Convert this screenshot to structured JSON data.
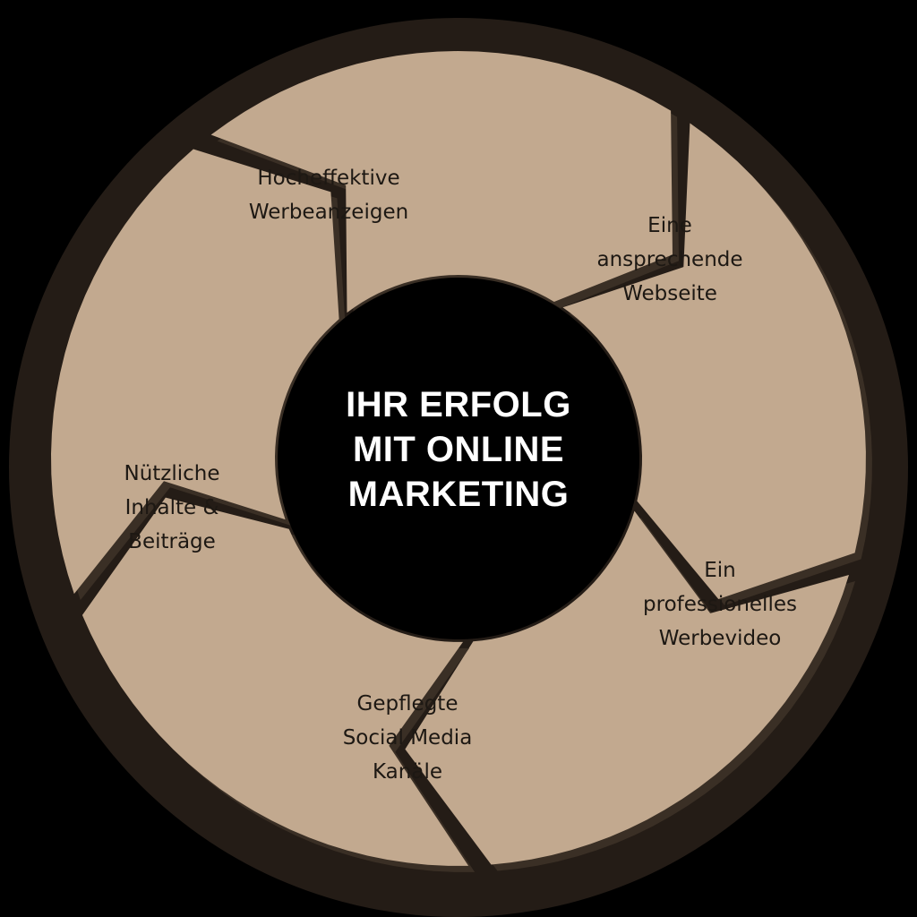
{
  "colors": {
    "background": "#000000",
    "ring": "#241c16",
    "segment_fill": "#c2a98f",
    "segment_shadow": "#3a2f25",
    "hub": "#000000",
    "hub_text": "#ffffff",
    "segment_text": "#1d1813"
  },
  "center": {
    "lines": [
      "IHR ERFOLG",
      "MIT ONLINE",
      "MARKETING"
    ]
  },
  "segments": [
    {
      "lines": [
        "Hocheffektive",
        "Werbeanzeigen"
      ]
    },
    {
      "lines": [
        "Eine",
        "ansprechende",
        "Webseite"
      ]
    },
    {
      "lines": [
        "Ein",
        "professionelles",
        "Werbevideo"
      ]
    },
    {
      "lines": [
        "Gepflegte",
        "Social Media",
        "Kanäle"
      ]
    },
    {
      "lines": [
        "Nützliche",
        "Inhalte &",
        "Beiträge"
      ]
    }
  ]
}
